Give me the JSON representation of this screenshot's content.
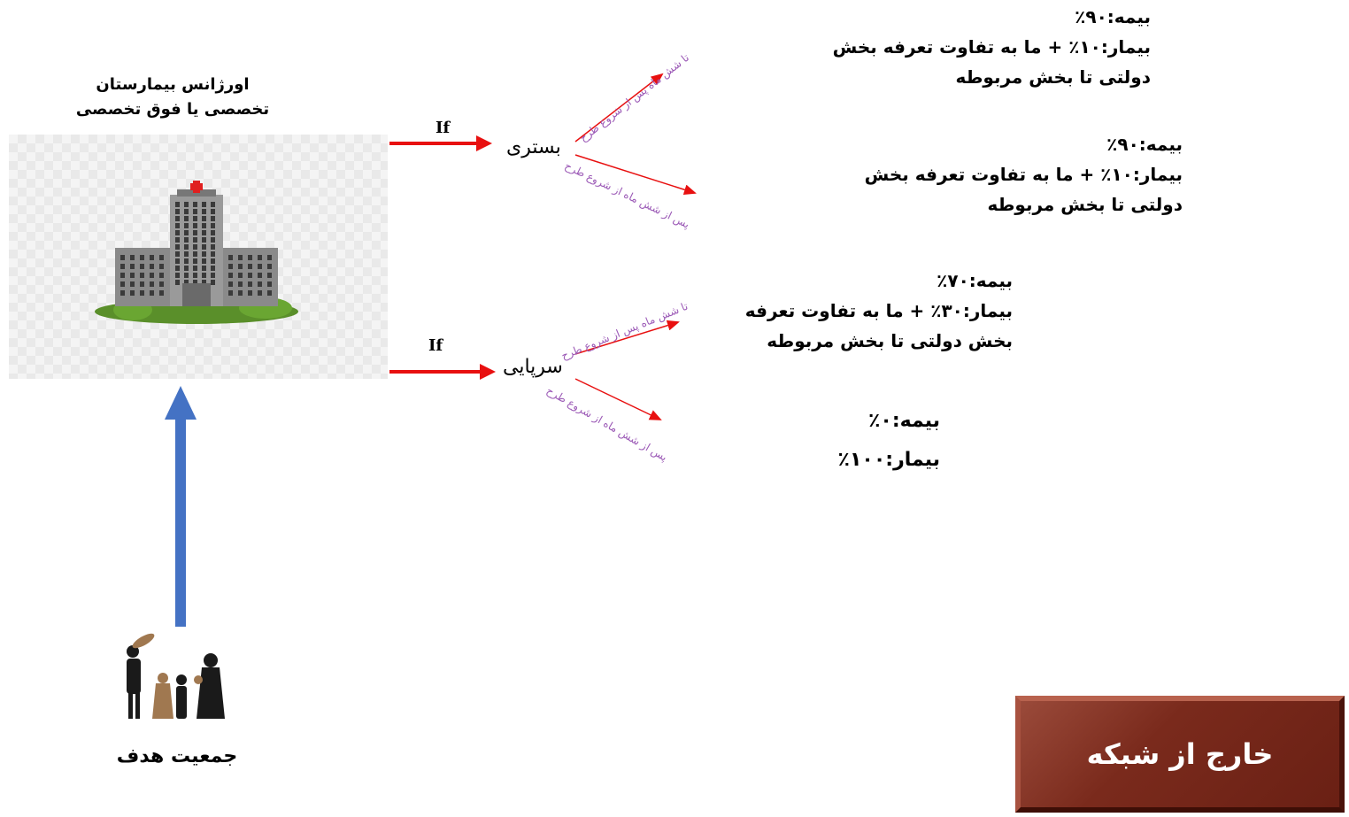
{
  "hospital": {
    "title_line1": "اورژانس بیمارستان",
    "title_line2": "تخصصی یا فوق تخصصی"
  },
  "target_population": {
    "label": "جمعیت هدف"
  },
  "branches": [
    {
      "if_label": "If",
      "node": "بستری",
      "within_six_months": "تا شش ماه پس از شروع طرح",
      "after_six_months": "پس از شش ماه از شروع طرح",
      "result_within": {
        "line1": "بیمه:۹۰٪",
        "line2": "بیمار:۱۰٪ + ما به تفاوت تعرفه بخش",
        "line3": "دولتی تا بخش مربوطه"
      },
      "result_after": {
        "line1": "بیمه:۹۰٪",
        "line2": "بیمار:۱۰٪ + ما به تفاوت تعرفه بخش",
        "line3": "دولتی تا بخش مربوطه"
      }
    },
    {
      "if_label": "If",
      "node": "سرپایی",
      "within_six_months": "تا شش ماه پس از شروع طرح",
      "after_six_months": "پس از شش ماه از شروع طرح",
      "result_within": {
        "line1": "بیمه:۷۰٪",
        "line2": "بیمار:۳۰٪ + ما به تفاوت تعرفه",
        "line3": "بخش دولتی تا بخش مربوطه"
      },
      "result_after": {
        "line1": "بیمه:۰٪",
        "line2": "بیمار:۱۰۰٪"
      }
    }
  ],
  "outside_network": {
    "label": "خارج از شبکه"
  },
  "colors": {
    "red_arrow": "#e81010",
    "blue_arrow": "#4472c4",
    "branch_label": "#9b59b6",
    "button_bg": "#7a2a1c"
  }
}
